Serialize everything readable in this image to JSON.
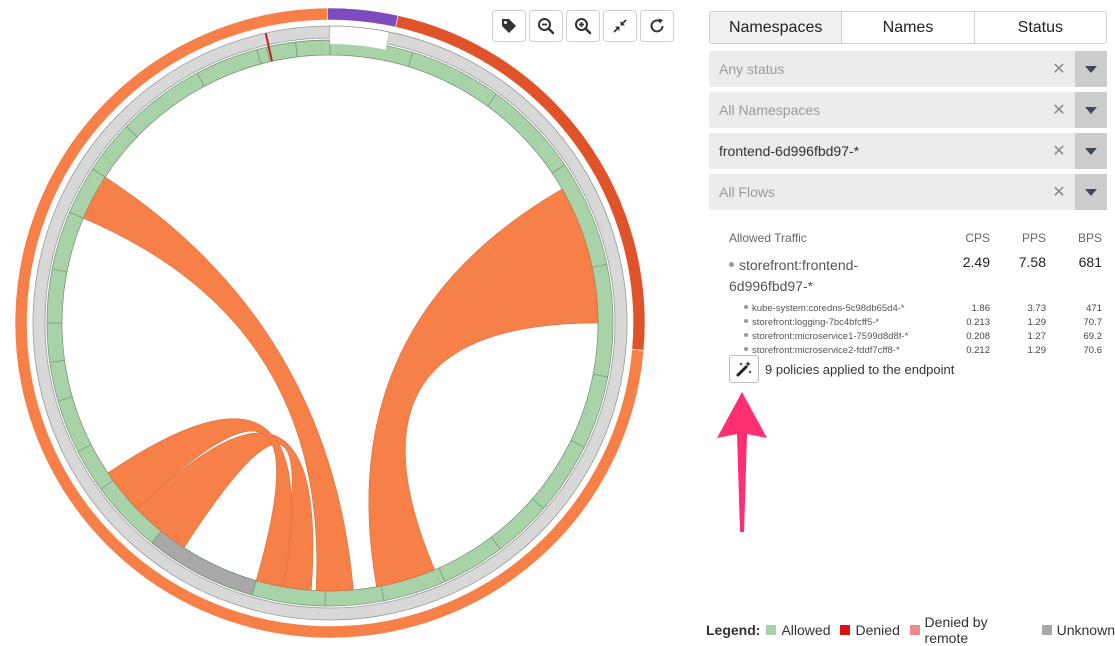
{
  "toolbar": {
    "buttons": [
      {
        "name": "tag-button",
        "icon": "tag-icon"
      },
      {
        "name": "zoom-out-button",
        "icon": "zoom-out-icon"
      },
      {
        "name": "zoom-in-button",
        "icon": "zoom-in-icon"
      },
      {
        "name": "collapse-button",
        "icon": "collapse-arrows-icon"
      },
      {
        "name": "refresh-button",
        "icon": "refresh-icon"
      }
    ]
  },
  "tabs": [
    "Namespaces",
    "Names",
    "Status"
  ],
  "filters": {
    "status": {
      "placeholder": "Any status",
      "value": ""
    },
    "namespaces": {
      "placeholder": "All Namespaces",
      "value": ""
    },
    "endpoint": {
      "placeholder": "",
      "value": "frontend-6d996fbd97-*"
    },
    "flows": {
      "placeholder": "All Flows",
      "value": ""
    }
  },
  "traffic": {
    "title": "Allowed Traffic",
    "columns": [
      "CPS",
      "PPS",
      "BPS"
    ],
    "main": {
      "name": "storefront:frontend-6d996fbd97-*",
      "cps": "2.49",
      "pps": "7.58",
      "bps": "681"
    },
    "rows": [
      {
        "name": "kube-system:coredns-5c98db65d4-*",
        "cps": "1.86",
        "pps": "3.73",
        "bps": "471"
      },
      {
        "name": "storefront:logging-7bc4bfcff5-*",
        "cps": "0.213",
        "pps": "1.29",
        "bps": "70.7"
      },
      {
        "name": "storefront:microservice1-7599d8d8f-*",
        "cps": "0.208",
        "pps": "1.27",
        "bps": "69.2"
      },
      {
        "name": "storefront:microservice2-fddf7cff8-*",
        "cps": "0.212",
        "pps": "1.29",
        "bps": "70.6"
      }
    ]
  },
  "policies": {
    "text": "9 policies applied to the endpoint",
    "icon": "magic-wand-icon"
  },
  "legend": {
    "title": "Legend:",
    "items": [
      {
        "label": "Allowed",
        "color": "#a8d2a8"
      },
      {
        "label": "Denied",
        "color": "#e01010"
      },
      {
        "label": "Denied by remote",
        "color": "#f08a8a"
      },
      {
        "label": "Unknown",
        "color": "#a8a8a8"
      }
    ]
  },
  "colors": {
    "chord": "#f77f48",
    "outer_orange": "#f77f48",
    "outer_red": "#e0532a",
    "outer_purple": "#7e4bbf",
    "middle_ring": "#d8d8d8",
    "inner_allowed": "#a8d2a8",
    "inner_unknown": "#a8a8a8",
    "annotation_arrow": "#ff2f72"
  }
}
